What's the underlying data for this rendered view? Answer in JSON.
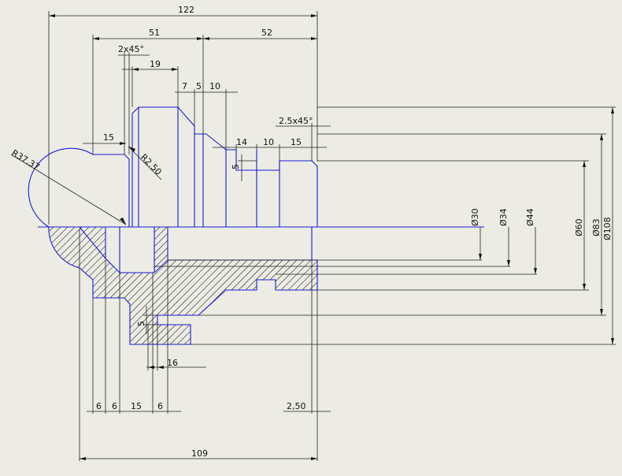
{
  "drawing": {
    "dims_top": {
      "overall_length": "122",
      "left_part": "51",
      "right_part": "52",
      "chamfer_left": "2x45°",
      "groove_width": "19",
      "d7": "7",
      "d5": "5",
      "d10": "10"
    },
    "dims_middle": {
      "chamfer_right": "2.5x45°",
      "d15_left": "15",
      "d14": "14",
      "d10_right": "10",
      "d15_right": "15",
      "d5_vert": "5",
      "radius_large": "R37.37",
      "radius_small": "R2.50"
    },
    "diameters": {
      "d30": "Ø30",
      "d34": "Ø34",
      "d44": "Ø44",
      "d60": "Ø60",
      "d83": "Ø83",
      "d108": "Ø108"
    },
    "dims_bottom": {
      "b6a": "6",
      "b6b": "6",
      "b15": "15",
      "b6c": "6",
      "b16": "16",
      "b5": "5",
      "b250": "2,50",
      "b109": "109"
    }
  }
}
